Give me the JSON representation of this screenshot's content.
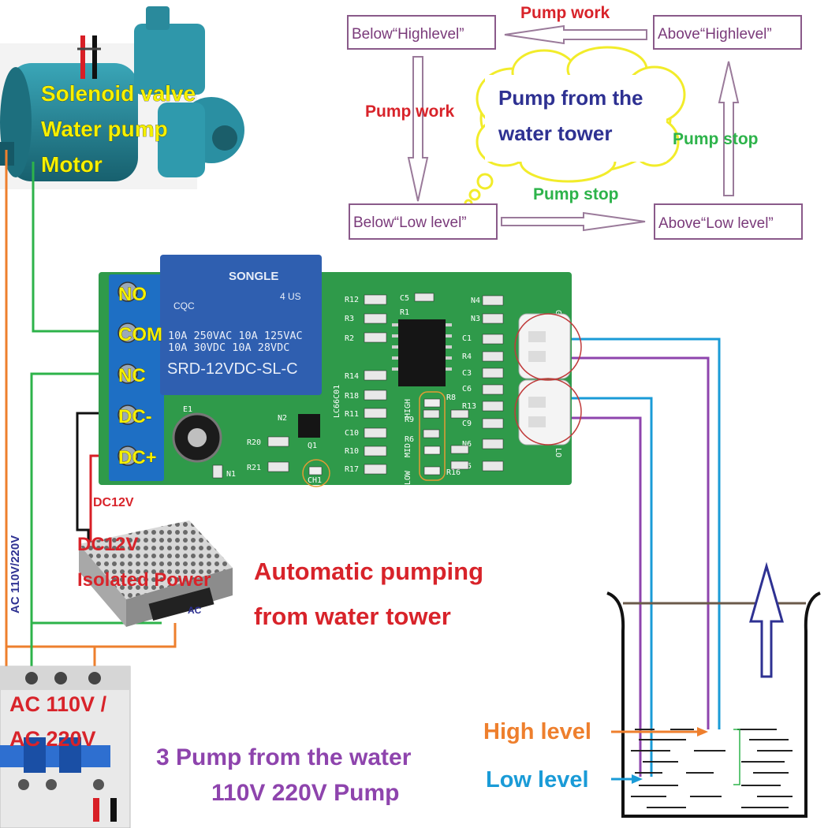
{
  "pump_labels": {
    "line1": "Solenoid valve",
    "line2": "Water pump",
    "line3": "Motor"
  },
  "terminals": {
    "no": "NO",
    "com": "COM",
    "nc": "NC",
    "dc_minus": "DC-",
    "dc_plus": "DC+"
  },
  "relay": {
    "brand": "SONGLE",
    "spec1": "10A 250VAC  10A 125VAC",
    "spec2": "10A  30VDC  10A  28VDC",
    "model": "SRD-12VDC-SL-C",
    "cqc": "CQC",
    "ul": "4 US"
  },
  "board": {
    "model": "LC66C01",
    "ch1": "CH1",
    "high": "HIGH",
    "mid": "MID",
    "low": "LOW",
    "gh": "GH",
    "lo": "LO",
    "components": [
      "R12",
      "R3",
      "R2",
      "R14",
      "R18",
      "R11",
      "C10",
      "R10",
      "R17",
      "C5",
      "R1",
      "N4",
      "N3",
      "C1",
      "R4",
      "C3",
      "C6",
      "R13",
      "C9",
      "N6",
      "N5",
      "R8",
      "R9",
      "R6",
      "R16",
      "N2",
      "Q1",
      "R20",
      "R21",
      "N1",
      "E1"
    ]
  },
  "state_diagram": {
    "top_left": "Below“Highlevel”",
    "top_right": "Above“Highlevel”",
    "bottom_left": "Below“Low level”",
    "bottom_right": "Above“Low level”",
    "pump_work_top": "Pump work",
    "pump_work_left": "Pump work",
    "pump_stop_right": "Pump stop",
    "pump_stop_bottom": "Pump stop",
    "cloud_line1": "Pump from the",
    "cloud_line2": "water tower"
  },
  "power_supply": {
    "wire_label": "DC12V",
    "label1": "DC12V",
    "label2": "Isolated Power",
    "ac_tag": "AC"
  },
  "ac_wire_label": "AC 110V/220V",
  "breaker": {
    "label1": "AC 110V /",
    "label2": "AC 220V"
  },
  "headline": {
    "line1": "Automatic pumping",
    "line2": "from water tower"
  },
  "caption": {
    "line1": "3 Pump from the water",
    "line2": "110V 220V Pump"
  },
  "tank": {
    "high_level": "High level",
    "low_level": "Low level"
  },
  "colors": {
    "red_text": "#d8232a",
    "green_text": "#2db34a",
    "blue_text": "#2e3192",
    "purple_text": "#8e44ad",
    "orange_text": "#ee7f2d",
    "cyan_text": "#1a9bd7",
    "yellow_label": "#f5f000",
    "pcb_green": "#2f9a4a",
    "relay_blue": "#2f5fb0",
    "terminal_blue": "#1e6fc4"
  }
}
